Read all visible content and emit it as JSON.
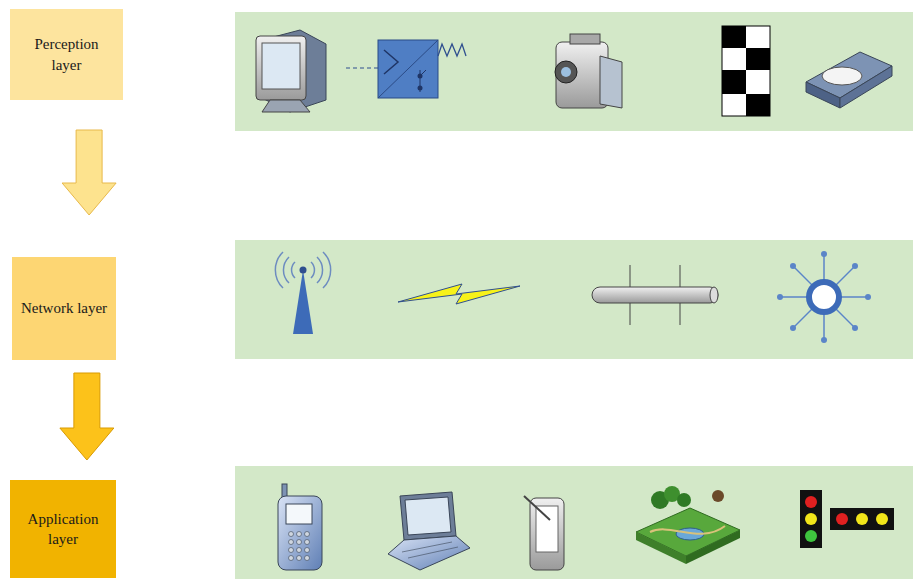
{
  "diagram": {
    "nodes": [
      {
        "text": [
          "Perception layer"
        ]
      },
      {
        "text": [
          "Network layer"
        ]
      },
      {
        "text": [
          "Application layer"
        ]
      }
    ],
    "edges": [
      {
        "from": 0,
        "to": 1,
        "arrow": "to"
      },
      {
        "from": 1,
        "to": 2,
        "arrow": "to"
      }
    ]
  }
}
